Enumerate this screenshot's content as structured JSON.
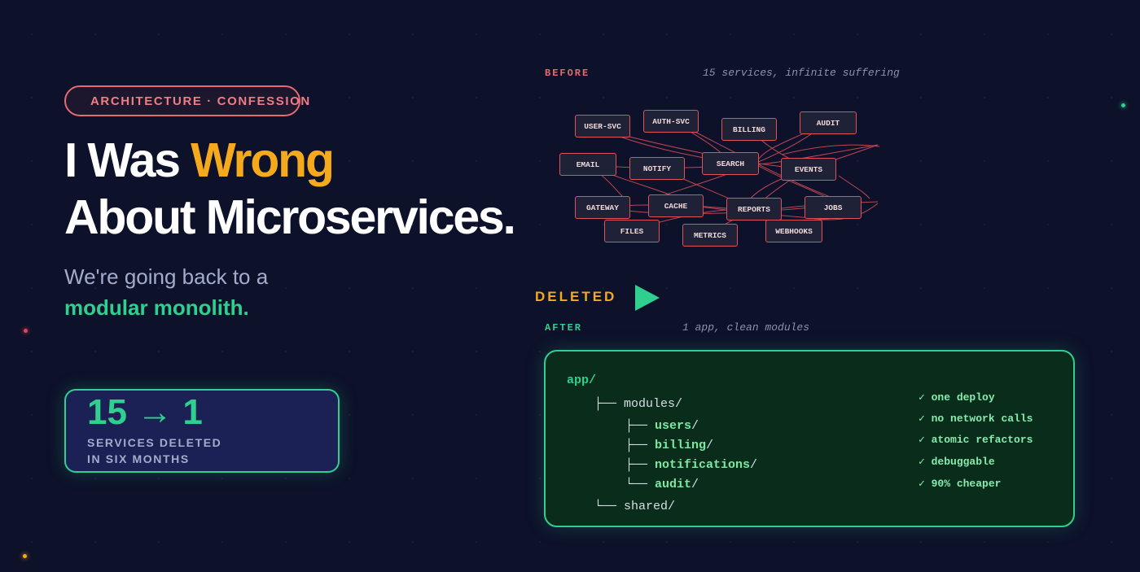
{
  "badge": {
    "text": "ARCHITECTURE · CONFESSION"
  },
  "headline": {
    "line1_prefix": "I Was ",
    "line1_accent": "Wrong",
    "line2": "About Microservices."
  },
  "subheadline": {
    "line1": "We're going back to a",
    "line2": "modular monolith."
  },
  "stat": {
    "value": "15 → 1",
    "label_line1": "SERVICES DELETED",
    "label_line2": "IN SIX MONTHS"
  },
  "before": {
    "label": "BEFORE",
    "note": "15 services, infinite suffering",
    "services": [
      "USER-SVC",
      "AUTH-SVC",
      "BILLING",
      "AUDIT",
      "EMAIL",
      "NOTIFY",
      "SEARCH",
      "EVENTS",
      "GATEWAY",
      "CACHE",
      "REPORTS",
      "JOBS",
      "FILES",
      "METRICS",
      "WEBHOOKS"
    ]
  },
  "transition": {
    "label": "DELETED",
    "icon": "play-arrow-icon"
  },
  "after": {
    "label": "AFTER",
    "note": "1 app, clean modules",
    "tree": {
      "root": "app/",
      "modules_dir": "modules/",
      "modules": [
        "users",
        "billing",
        "notifications",
        "audit"
      ],
      "shared_dir": "shared/"
    },
    "benefits": [
      "✓ one deploy",
      "✓ no network calls",
      "✓ atomic refactors",
      "✓ debuggable",
      "✓ 90% cheaper"
    ]
  },
  "colors": {
    "background": "#0d1129",
    "accent_orange": "#f5a91c",
    "accent_green": "#2fd08f",
    "accent_red": "#e0525b"
  }
}
